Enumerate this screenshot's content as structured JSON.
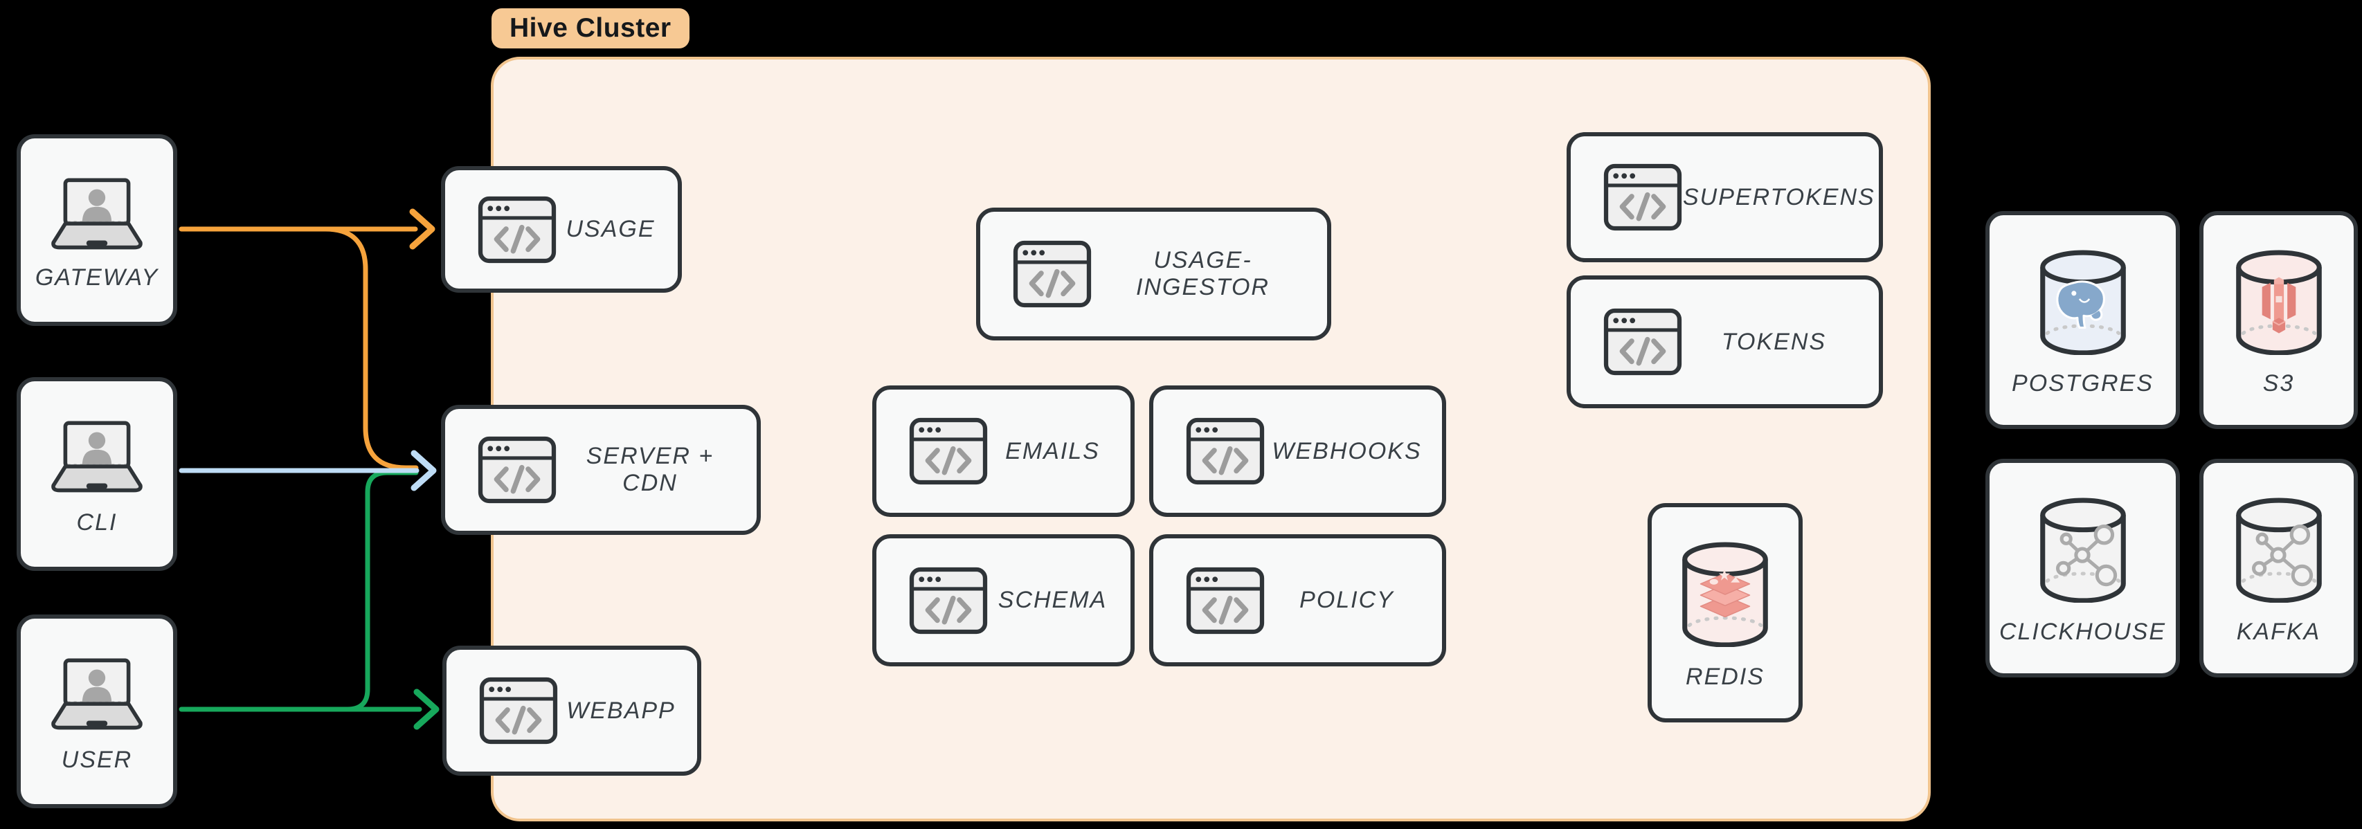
{
  "diagram": {
    "cluster_label": "Hive Cluster"
  },
  "clients": [
    {
      "label": "GATEWAY"
    },
    {
      "label": "CLI"
    },
    {
      "label": "USER"
    }
  ],
  "services": {
    "usage": {
      "label": "USAGE"
    },
    "server_cdn": {
      "label": "SERVER + CDN"
    },
    "webapp": {
      "label": "WEBAPP"
    },
    "usage_ingestor": {
      "label": "USAGE-INGESTOR"
    },
    "emails": {
      "label": "EMAILS"
    },
    "webhooks": {
      "label": "WEBHOOKS"
    },
    "schema": {
      "label": "SCHEMA"
    },
    "policy": {
      "label": "POLICY"
    },
    "supertokens": {
      "label": "SUPERTOKENS"
    },
    "tokens": {
      "label": "TOKENS"
    },
    "redis": {
      "label": "REDIS"
    }
  },
  "datastores": {
    "postgres": {
      "label": "POSTGRES"
    },
    "s3": {
      "label": "S3"
    },
    "clickhouse": {
      "label": "CLICKHOUSE"
    },
    "kafka": {
      "label": "KAFKA"
    }
  },
  "edges": [
    {
      "from": "GATEWAY",
      "to": "USAGE",
      "color_key": "orange"
    },
    {
      "from": "GATEWAY",
      "to": "SERVER + CDN",
      "color_key": "orange"
    },
    {
      "from": "CLI",
      "to": "SERVER + CDN",
      "color_key": "blue"
    },
    {
      "from": "USER",
      "to": "SERVER + CDN",
      "color_key": "green"
    },
    {
      "from": "USER",
      "to": "WEBAPP",
      "color_key": "green"
    }
  ],
  "colors": {
    "orange": "#F6A33C",
    "blue": "#BEDCF5",
    "green": "#17A85C",
    "node_border": "#2F3438",
    "node_fill": "#F8F9F9",
    "label_text": "#394046",
    "cluster_bg": "#FCF1E8",
    "cluster_border": "#F1C48E",
    "badge_bg": "#F7C994",
    "badge_text": "#15181B",
    "icon_grey": "#9C9C9C",
    "postgres_tint": "#EAEFF7",
    "postgres_logo": "#86A8CB",
    "s3_tint": "#FAEAE8",
    "s3_logo": "#E2837B",
    "redis_tint": "#FAECEA",
    "redis_logo": "#EF9990",
    "db_grey_tint": "#F3F3F3",
    "db_grey_logo": "#ABABAB"
  }
}
